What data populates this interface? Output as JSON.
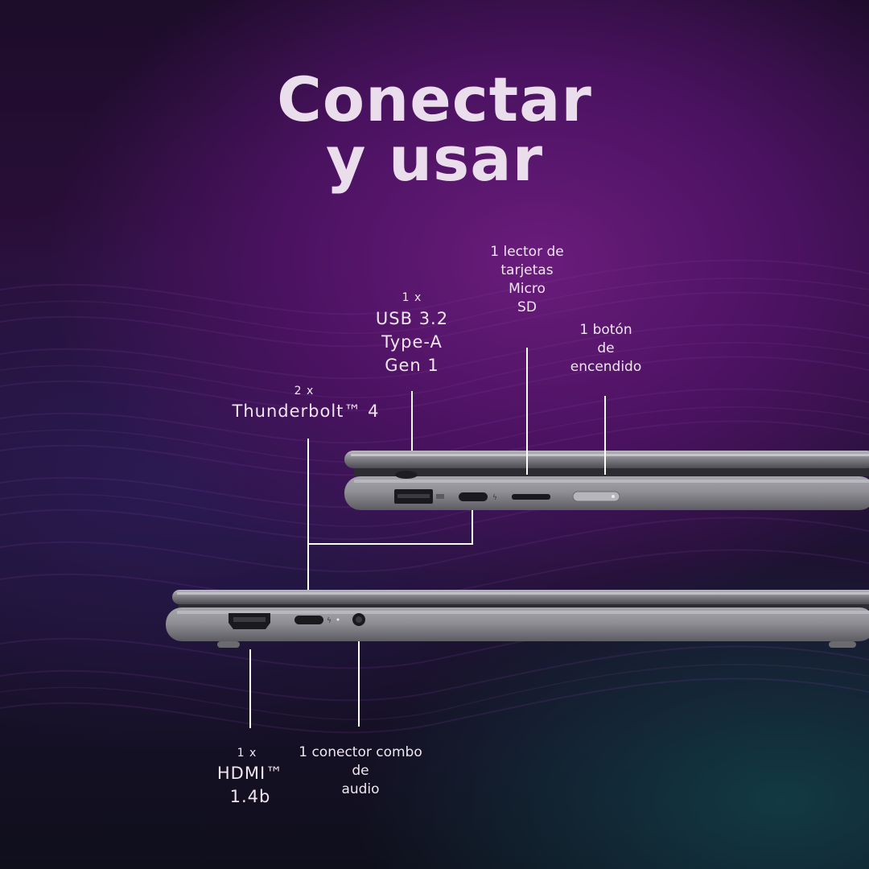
{
  "title": {
    "line1": "Conectar",
    "line2": "y usar"
  },
  "ports": {
    "thunderbolt": {
      "count": "2 x",
      "name": "Thunderbolt™ 4"
    },
    "usb": {
      "count": "1 x",
      "line1": "USB 3.2",
      "line2": "Type-A",
      "line3": "Gen 1"
    },
    "microsd": {
      "line1": "1 lector de",
      "line2": "tarjetas",
      "line3": "Micro",
      "line4": "SD"
    },
    "power": {
      "line1": "1 botón",
      "line2": "de",
      "line3": "encendido"
    },
    "hdmi": {
      "count": "1 x",
      "line1": "HDMI™",
      "line2": "1.4b"
    },
    "audio": {
      "line1": "1 conector combo",
      "line2": "de",
      "line3": "audio"
    }
  },
  "colors": {
    "background": "#2a0f3a",
    "accent": "#6a1c7c",
    "chassis": "#8b8b90",
    "text": "#efe6ef"
  }
}
